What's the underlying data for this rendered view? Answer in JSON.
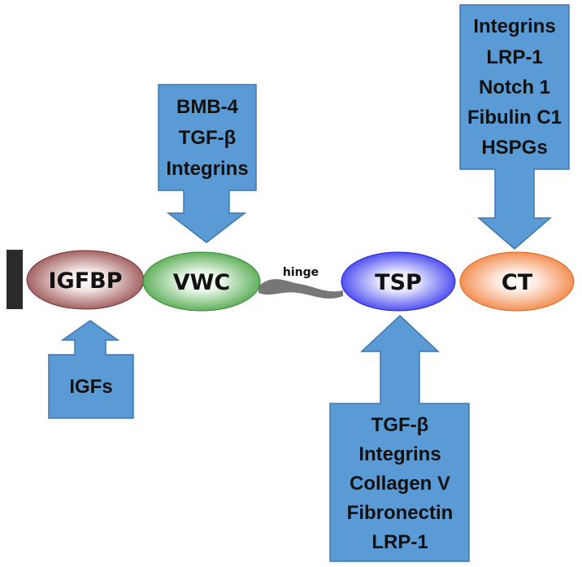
{
  "colors": {
    "box_fill": "#5b9bd5",
    "box_stroke": "#3f77ad",
    "anchor": "#2b2b2b",
    "hinge": "#777777",
    "igfbp": "#8a3b3b",
    "vwc": "#3a9b35",
    "tsp": "#2424ee",
    "ct": "#f0752a"
  },
  "domains": {
    "igfbp": "IGFBP",
    "vwc": "VWC",
    "hinge": "hinge",
    "tsp": "TSP",
    "ct": "CT"
  },
  "binders": {
    "vwc": [
      "BMB-4",
      "TGF-β",
      "Integrins"
    ],
    "ct": [
      "Integrins",
      "LRP-1",
      "Notch 1",
      "Fibulin C1",
      "HSPGs"
    ],
    "igfbp": [
      "IGFs"
    ],
    "tsp": [
      "TGF-β",
      "Integrins",
      "Collagen V",
      "Fibronectin",
      "LRP-1"
    ]
  }
}
